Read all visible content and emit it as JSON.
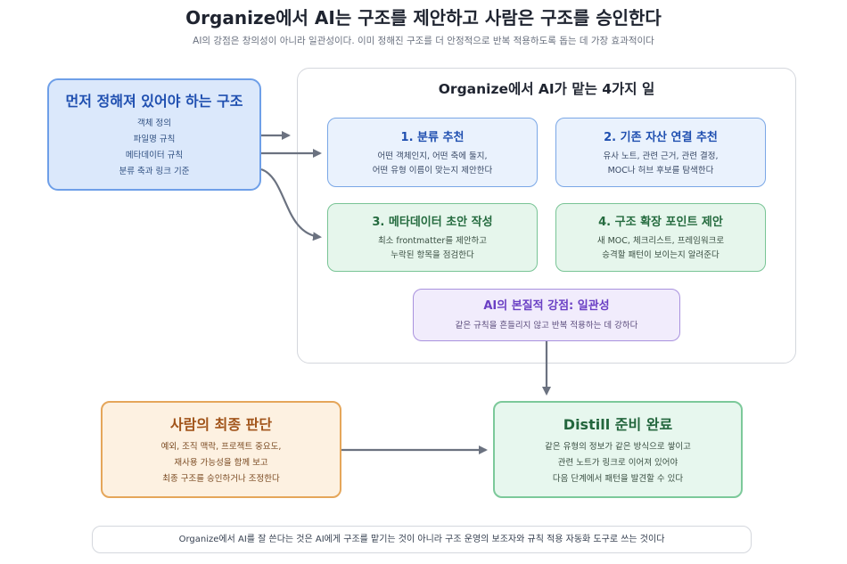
{
  "header": {
    "title": "Organize에서 AI는 구조를 제안하고 사람은 구조를 승인한다",
    "subtitle": "AI의 강점은 창의성이 아니라 일관성이다. 이미 정해진 구조를 더 안정적으로 반복 적용하도록 돕는 데 가장 효과적이다"
  },
  "prereq": {
    "title": "먼저 정해져 있어야 하는 구조",
    "lines": [
      "객체 정의",
      "파일명 규칙",
      "메타데이터 규칙",
      "분류 축과 링크 기준"
    ]
  },
  "panel": {
    "title": "Organize에서 AI가 맡는 4가지 일",
    "cards": [
      {
        "title": "1. 분류 추천",
        "lines": [
          "어떤 객체인지, 어떤 축에 둘지,",
          "어떤 유형 이름이 맞는지 제안한다"
        ]
      },
      {
        "title": "2. 기존 자산 연결 추천",
        "lines": [
          "유사 노트, 관련 근거, 관련 결정,",
          "MOC나 허브 후보를 탐색한다"
        ]
      },
      {
        "title": "3. 메타데이터 초안 작성",
        "lines": [
          "최소 frontmatter를 제안하고",
          "누락된 항목을 점검한다"
        ]
      },
      {
        "title": "4. 구조 확장 포인트 제안",
        "lines": [
          "새 MOC, 체크리스트, 프레임워크로",
          "승격할 패턴이 보이는지 알려준다"
        ]
      }
    ],
    "strength": {
      "title": "AI의 본질적 강점: 일관성",
      "line": "같은 규칙을 흔들리지 않고 반복 적용하는 데 강하다"
    }
  },
  "human": {
    "title": "사람의 최종 판단",
    "lines": [
      "예외, 조직 맥락, 프로젝트 중요도,",
      "재사용 가능성을 함께 보고",
      "최종 구조를 승인하거나 조정한다"
    ]
  },
  "distill": {
    "title": "Distill 준비 완료",
    "lines": [
      "같은 유형의 정보가 같은 방식으로 쌓이고",
      "관련 노트가 링크로 이어져 있어야",
      "다음 단계에서 패턴을 발견할 수 있다"
    ]
  },
  "footer": {
    "text": "Organize에서 AI를 잘 쓴다는 것은 AI에게 구조를 맡기는 것이 아니라 구조 운영의 보조자와 규칙 적용 자동화 도구로 쓰는 것이다"
  },
  "colors": {
    "arrow": "#6b7280",
    "blue_border": "#6e9fe8",
    "green_border": "#78c495",
    "purple_border": "#a992de",
    "orange_border": "#e5a65a"
  }
}
